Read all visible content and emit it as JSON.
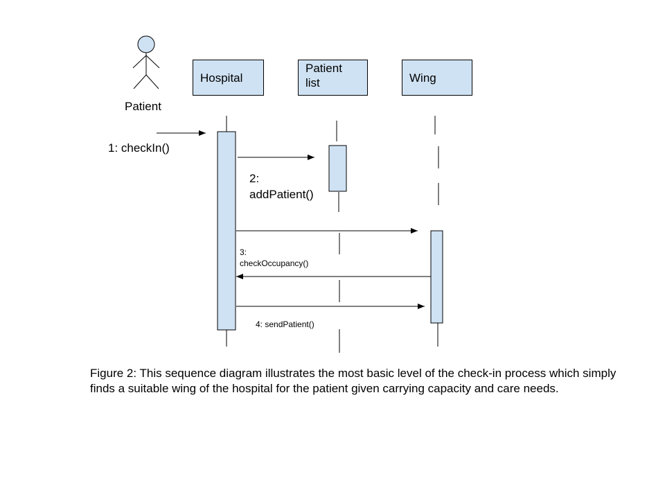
{
  "actor": {
    "label": "Patient"
  },
  "participants": {
    "hospital": "Hospital",
    "patient_list": "Patient list",
    "wing": "Wing"
  },
  "messages": [
    {
      "number": "1",
      "label": "1: checkIn()"
    },
    {
      "number": "2",
      "label": "2:\naddPatient()"
    },
    {
      "number": "3",
      "label": "3:\ncheckOccupancy()"
    },
    {
      "number": "4",
      "label": "4: sendPatient()"
    }
  ],
  "caption": "Figure 2: This sequence diagram illustrates the most basic level of the check-in process which simply finds a suitable wing of the hospital for the patient given carrying capacity and care needs.",
  "colors": {
    "box_fill": "#cfe2f3",
    "line": "#000000",
    "background": "#ffffff"
  }
}
